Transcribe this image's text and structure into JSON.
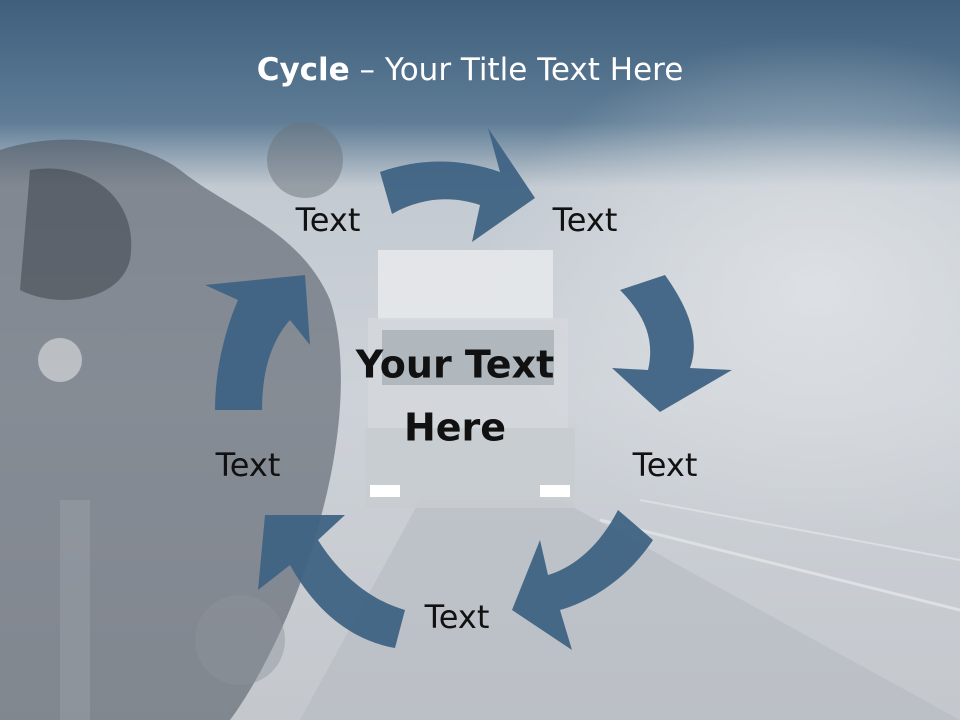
{
  "slide": {
    "title_bold": "Cycle",
    "title_rest": " – Your Title Text Here",
    "center_line1": "Your Text",
    "center_line2": "Here",
    "labels": [
      "Text",
      "Text",
      "Text",
      "Text",
      "Text"
    ]
  },
  "colors": {
    "header": "#4a6d8e",
    "arrow": "#3f6384",
    "background": "#c9ced5"
  }
}
